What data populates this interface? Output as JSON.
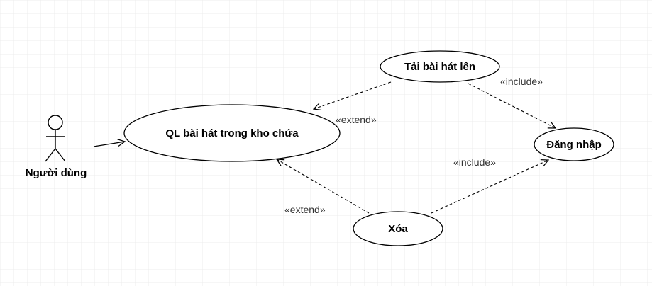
{
  "diagram": {
    "actor": {
      "label": "Người dùng"
    },
    "use_cases": {
      "manage": "QL bài hát trong kho chứa",
      "upload": "Tải bài hát lên",
      "delete": "Xóa",
      "login": "Đăng nhập"
    },
    "relations": {
      "upload_to_manage": "«extend»",
      "delete_to_manage": "«extend»",
      "upload_to_login": "«include»",
      "delete_to_login": "«include»"
    }
  },
  "colors": {
    "grid": "#ececec",
    "stroke": "#000000",
    "fill": "#ffffff"
  }
}
